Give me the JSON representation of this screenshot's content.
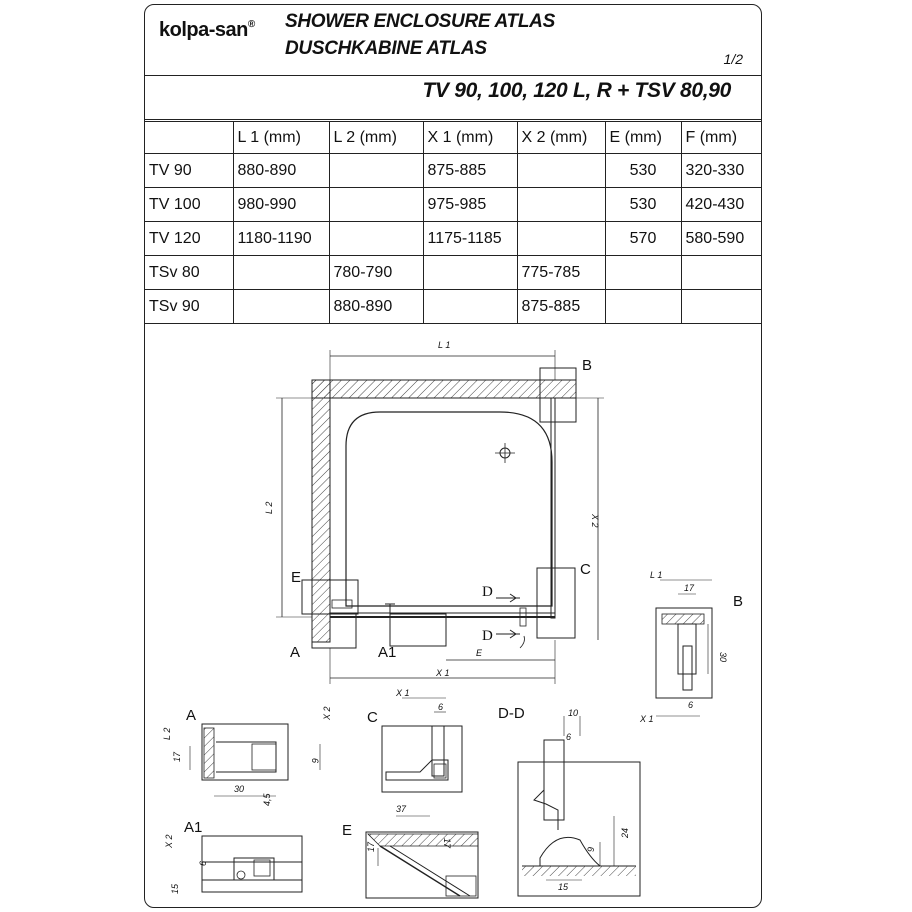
{
  "header": {
    "logo": "kolpa-san",
    "logo_mark": "®",
    "title_en": "SHOWER ENCLOSURE ATLAS",
    "title_de": "DUSCHKABINE  ATLAS",
    "page": "1/2",
    "models": "TV 90, 100, 120 L, R + TSV 80,90"
  },
  "table": {
    "headers": [
      "",
      "L 1 (mm)",
      "L 2 (mm)",
      "X 1 (mm)",
      "X 2 (mm)",
      "E  (mm)",
      "F  (mm)"
    ],
    "rows": [
      [
        "TV 90",
        "880-890",
        "",
        "875-885",
        "",
        "530",
        "320-330"
      ],
      [
        "TV 100",
        "980-990",
        "",
        "975-985",
        "",
        "530",
        "420-430"
      ],
      [
        "TV 120",
        "1180-1190",
        "",
        "1175-1185",
        "",
        "570",
        "580-590"
      ],
      [
        "TSv 80",
        "",
        "780-790",
        "",
        "775-785",
        "",
        ""
      ],
      [
        "TSv 90",
        "",
        "880-890",
        "",
        "875-885",
        "",
        ""
      ]
    ]
  },
  "diagram": {
    "main": {
      "L1": "L 1",
      "L2": "L 2",
      "X1": "X 1",
      "X2": "X 2",
      "E": "E",
      "D": "D",
      "A": "A",
      "A1": "A1",
      "B": "B",
      "C": "C",
      "E_mark": "E"
    },
    "detail_B": {
      "label": "B",
      "L1": "L 1",
      "X1": "X 1",
      "d17": "17",
      "d30": "30",
      "d6": "6"
    },
    "detail_A": {
      "label": "A",
      "L2": "L 2",
      "X2": "X 2",
      "d17": "17",
      "d6": "6",
      "d30": "30",
      "d45": "4,5"
    },
    "detail_C": {
      "label": "C",
      "X1": "X 1",
      "d6": "6"
    },
    "detail_DD": {
      "label": "D-D",
      "d10": "10",
      "d6": "6",
      "d24": "24",
      "d9": "9",
      "d15": "15"
    },
    "detail_A1": {
      "label": "A1",
      "X2": "X 2",
      "d6": "6",
      "d15": "15"
    },
    "detail_E": {
      "label": "E",
      "d37": "37",
      "d17a": "17",
      "d17b": "17"
    }
  }
}
